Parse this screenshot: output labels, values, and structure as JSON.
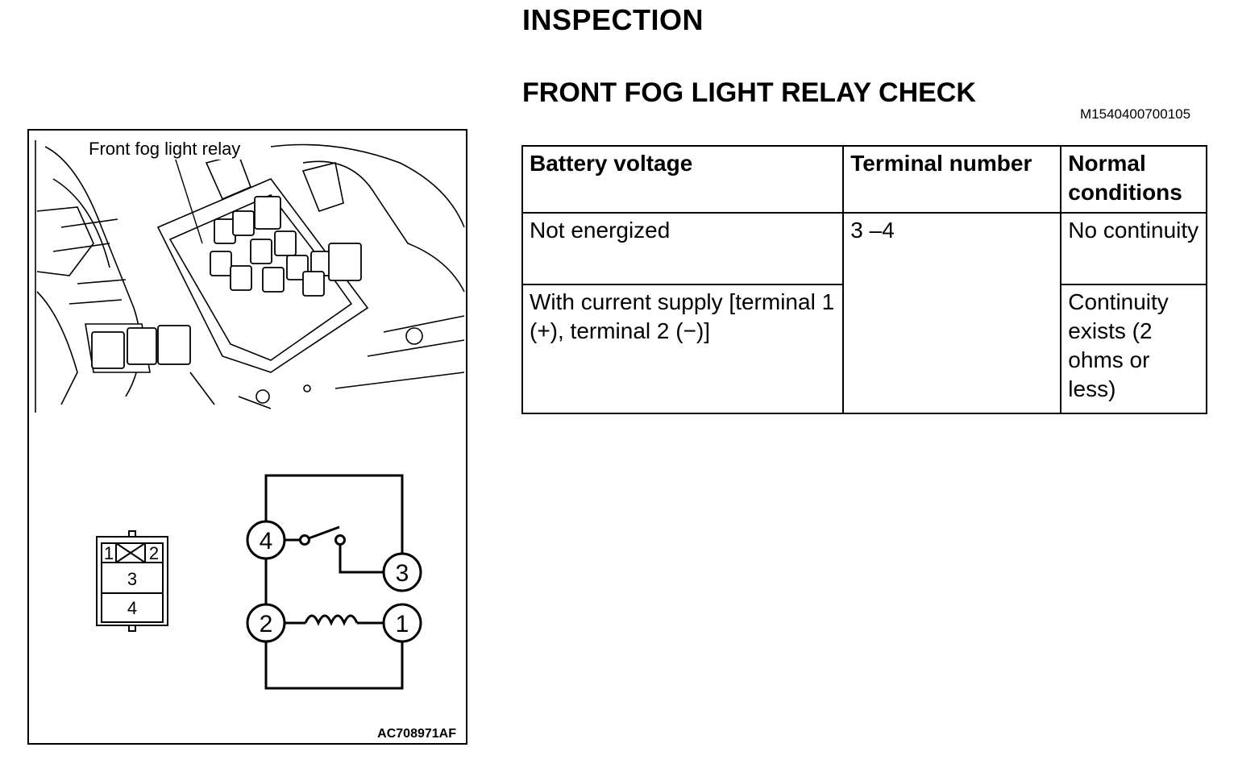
{
  "header": {
    "title": "INSPECTION",
    "section": "FRONT FOG LIGHT RELAY CHECK",
    "doc_id": "M1540400700105"
  },
  "table": {
    "headers": [
      "Battery voltage",
      "Terminal number",
      "Normal conditions"
    ],
    "rows": [
      {
        "battery_voltage": "Not energized",
        "terminal_number": "3 –4",
        "normal_conditions": "No continuity"
      },
      {
        "battery_voltage": "With current supply [terminal 1 (+), terminal 2 (−)]",
        "terminal_number": "3 –4",
        "normal_conditions": "Continuity exists (2 ohms or less)"
      }
    ]
  },
  "figure": {
    "relay_label": "Front fog light relay",
    "figure_code": "AC708971AF",
    "connector_pins": [
      "1",
      "2",
      "3",
      "4"
    ],
    "schematic_terminals": [
      "4",
      "3",
      "2",
      "1"
    ]
  }
}
